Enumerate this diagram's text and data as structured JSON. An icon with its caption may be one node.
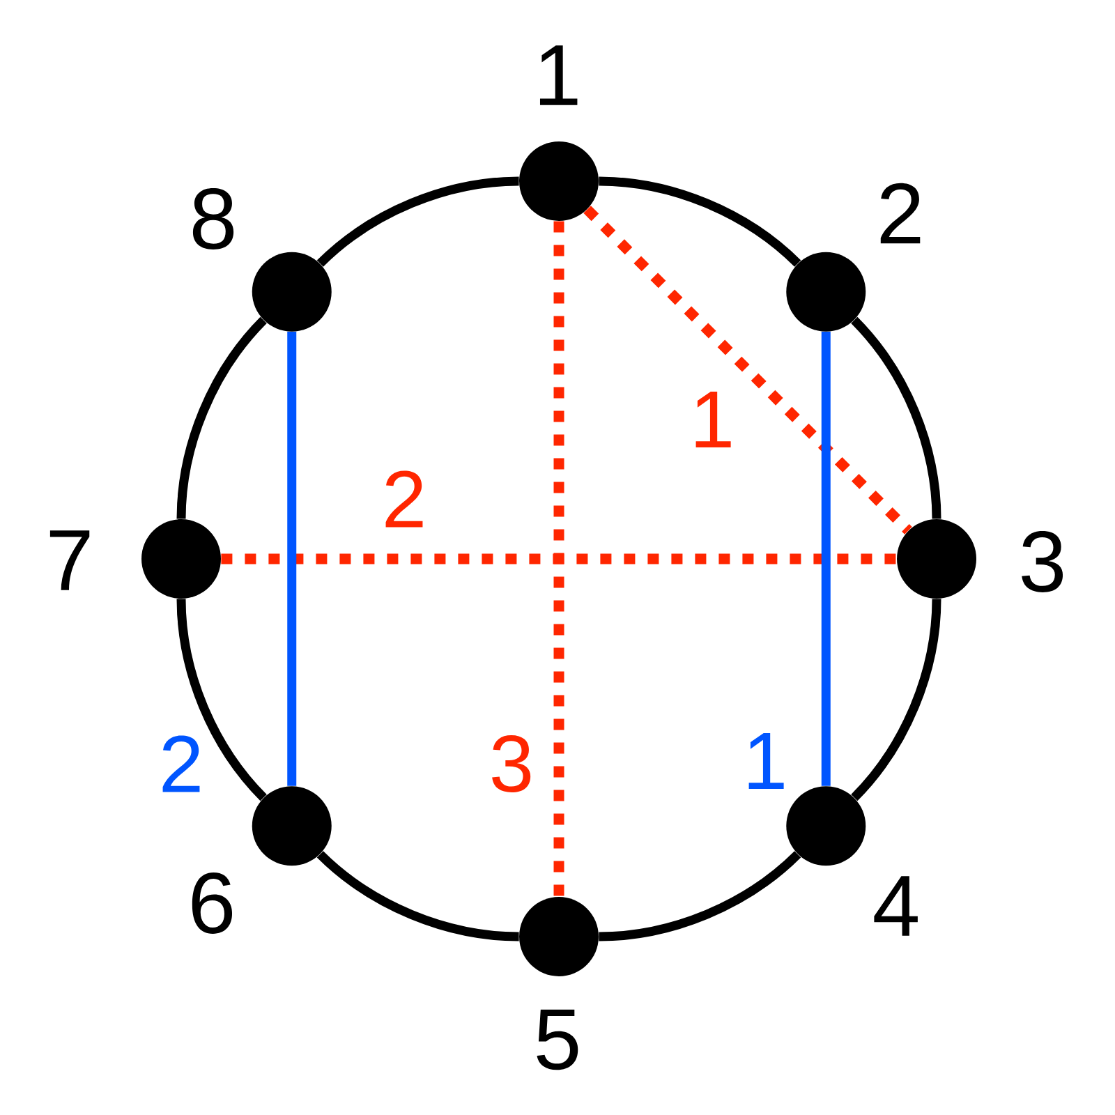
{
  "diagram": {
    "nodes": [
      {
        "text": [],
        "shape": "circle",
        "beside": [
          "1"
        ]
      },
      {
        "text": [],
        "shape": "circle",
        "beside": [
          "2"
        ]
      },
      {
        "text": [],
        "shape": "circle",
        "beside": [
          "3"
        ]
      },
      {
        "text": [],
        "shape": "circle",
        "beside": [
          "4"
        ]
      },
      {
        "text": [],
        "shape": "circle",
        "beside": [
          "5"
        ]
      },
      {
        "text": [],
        "shape": "circle",
        "beside": [
          "6"
        ]
      },
      {
        "text": [],
        "shape": "circle",
        "beside": [
          "7"
        ]
      },
      {
        "text": [],
        "shape": "circle",
        "beside": [
          "8"
        ]
      }
    ],
    "edges": [
      {
        "from": 0,
        "to": 1,
        "arrow": "none"
      },
      {
        "from": 1,
        "to": 2,
        "arrow": "none"
      },
      {
        "from": 2,
        "to": 3,
        "arrow": "none"
      },
      {
        "from": 3,
        "to": 4,
        "arrow": "none"
      },
      {
        "from": 4,
        "to": 5,
        "arrow": "none"
      },
      {
        "from": 5,
        "to": 6,
        "arrow": "none"
      },
      {
        "from": 6,
        "to": 7,
        "arrow": "none"
      },
      {
        "from": 7,
        "to": 0,
        "arrow": "none"
      },
      {
        "from": 0,
        "to": 2,
        "arrow": "none",
        "label": "1",
        "style": "dashed",
        "color": "#ff2600"
      },
      {
        "from": 6,
        "to": 2,
        "arrow": "none",
        "label": "2",
        "style": "dashed",
        "color": "#ff2600"
      },
      {
        "from": 0,
        "to": 4,
        "arrow": "none",
        "label": "3",
        "style": "dashed",
        "color": "#ff2600"
      },
      {
        "from": 1,
        "to": 3,
        "arrow": "none",
        "label": "1",
        "color": "#0055ff"
      },
      {
        "from": 7,
        "to": 5,
        "arrow": "none",
        "label": "2",
        "color": "#0055ff"
      }
    ]
  }
}
